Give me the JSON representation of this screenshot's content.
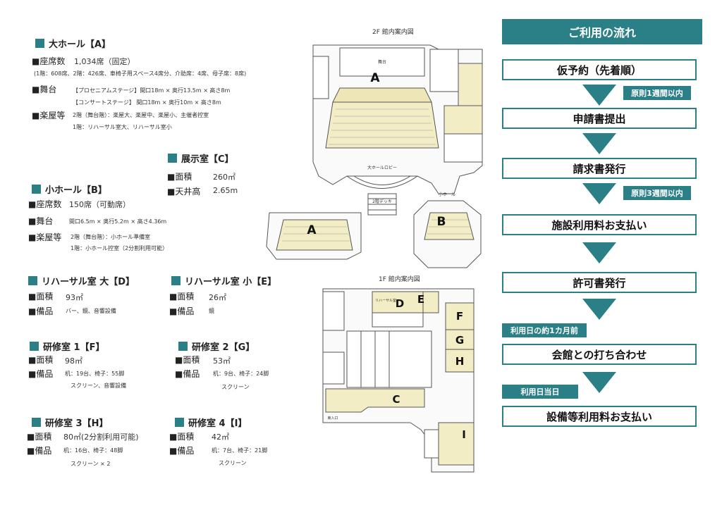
{
  "hall_a": {
    "title": "大ホール【A】",
    "seats_label": "■座席数",
    "seats_value": "1,034席（固定）",
    "seats_note": "(1階：608席、2階：426席、車椅子用スペース4席分、介助席：4席、母子席：8席)",
    "stage_label": "■舞台",
    "stage_line1": "【プロセニアムステージ】間口18m × 奥行13.5m × 高さ8m",
    "stage_line2": "【コンサートステージ】 間口18m × 奥行10m × 高さ8m",
    "dressing_label": "■楽屋等",
    "dressing_line1": "2階（舞台階）：楽屋大、楽屋中、楽屋小、主催者控室",
    "dressing_line2": "1階：リハーサル室大、リハーサル室小"
  },
  "exhibit_c": {
    "title": "展示室【C】",
    "area_label": "■面積",
    "area_value": "260㎡",
    "height_label": "■天井高",
    "height_value": "2.65m"
  },
  "hall_b": {
    "title": "小ホール【B】",
    "seats_label": "■座席数",
    "seats_value": "150席（可動席）",
    "stage_label": "■舞台",
    "stage_value": "間口6.5m × 奥行5.2m × 高さ4.36m",
    "dressing_label": "■楽屋等",
    "dressing_line1": "2階（舞台階）：小ホール準備室",
    "dressing_line2": "1階：小ホール控室（2分割利用可能）"
  },
  "rehearsal_d": {
    "title": "リハーサル室 大【D】",
    "area_label": "■面積",
    "area_value": "93㎡",
    "equip_label": "■備品",
    "equip_value": "バー、鏡、音響設備"
  },
  "rehearsal_e": {
    "title": "リハーサル室 小【E】",
    "area_label": "■面積",
    "area_value": "26㎡",
    "equip_label": "■備品",
    "equip_value": "鏡"
  },
  "training_f": {
    "title": "研修室 1【F】",
    "area_label": "■面積",
    "area_value": "98㎡",
    "equip_label": "■備品",
    "equip_line1": "机：19台、椅子：55脚",
    "equip_line2": "スクリーン、音響設備"
  },
  "training_g": {
    "title": "研修室 2【G】",
    "area_label": "■面積",
    "area_value": "53㎡",
    "equip_label": "■備品",
    "equip_line1": "机：9台、椅子：24脚",
    "equip_line2": "スクリーン"
  },
  "training_h": {
    "title": "研修室 3【H】",
    "area_label": "■面積",
    "area_value": "80㎡(2分割利用可能)",
    "equip_label": "■備品",
    "equip_line1": "机：16台、椅子：48脚",
    "equip_line2": "スクリーン × 2"
  },
  "training_i": {
    "title": "研修室 4【I】",
    "area_label": "■面積",
    "area_value": "42㎡",
    "equip_label": "■備品",
    "equip_line1": "机：7台、椅子：21脚",
    "equip_line2": "スクリーン"
  },
  "plan_2f": {
    "title": "2F 館内案内図",
    "labels": {
      "a": "A",
      "a2": "A",
      "b": "B",
      "stage": "舞台",
      "hall_lobby": "大ホールロビー",
      "deck": "2階デッキ",
      "small_hall": "小ホール"
    }
  },
  "plan_1f": {
    "title": "1F 館内案内図",
    "labels": {
      "c": "C",
      "d": "D",
      "e": "E",
      "f": "F",
      "g": "G",
      "h": "H",
      "i": "I",
      "rehearsal": "リハーサル室",
      "entrance": "東入口"
    }
  },
  "flow": {
    "title": "ご利用の流れ",
    "steps": [
      "仮予約（先着順）",
      "申請書提出",
      "請求書発行",
      "施設利用料お支払い",
      "許可書発行",
      "会館との打ち合わせ",
      "設備等利用料お支払い"
    ],
    "tags": [
      "原則1週間以内",
      "原則3週間以内",
      "利用日の約1カ月前",
      "利用日当日"
    ]
  },
  "colors": {
    "accent": "#2b7f86",
    "plan_fill": "#f3edc6",
    "plan_line": "#555555"
  }
}
